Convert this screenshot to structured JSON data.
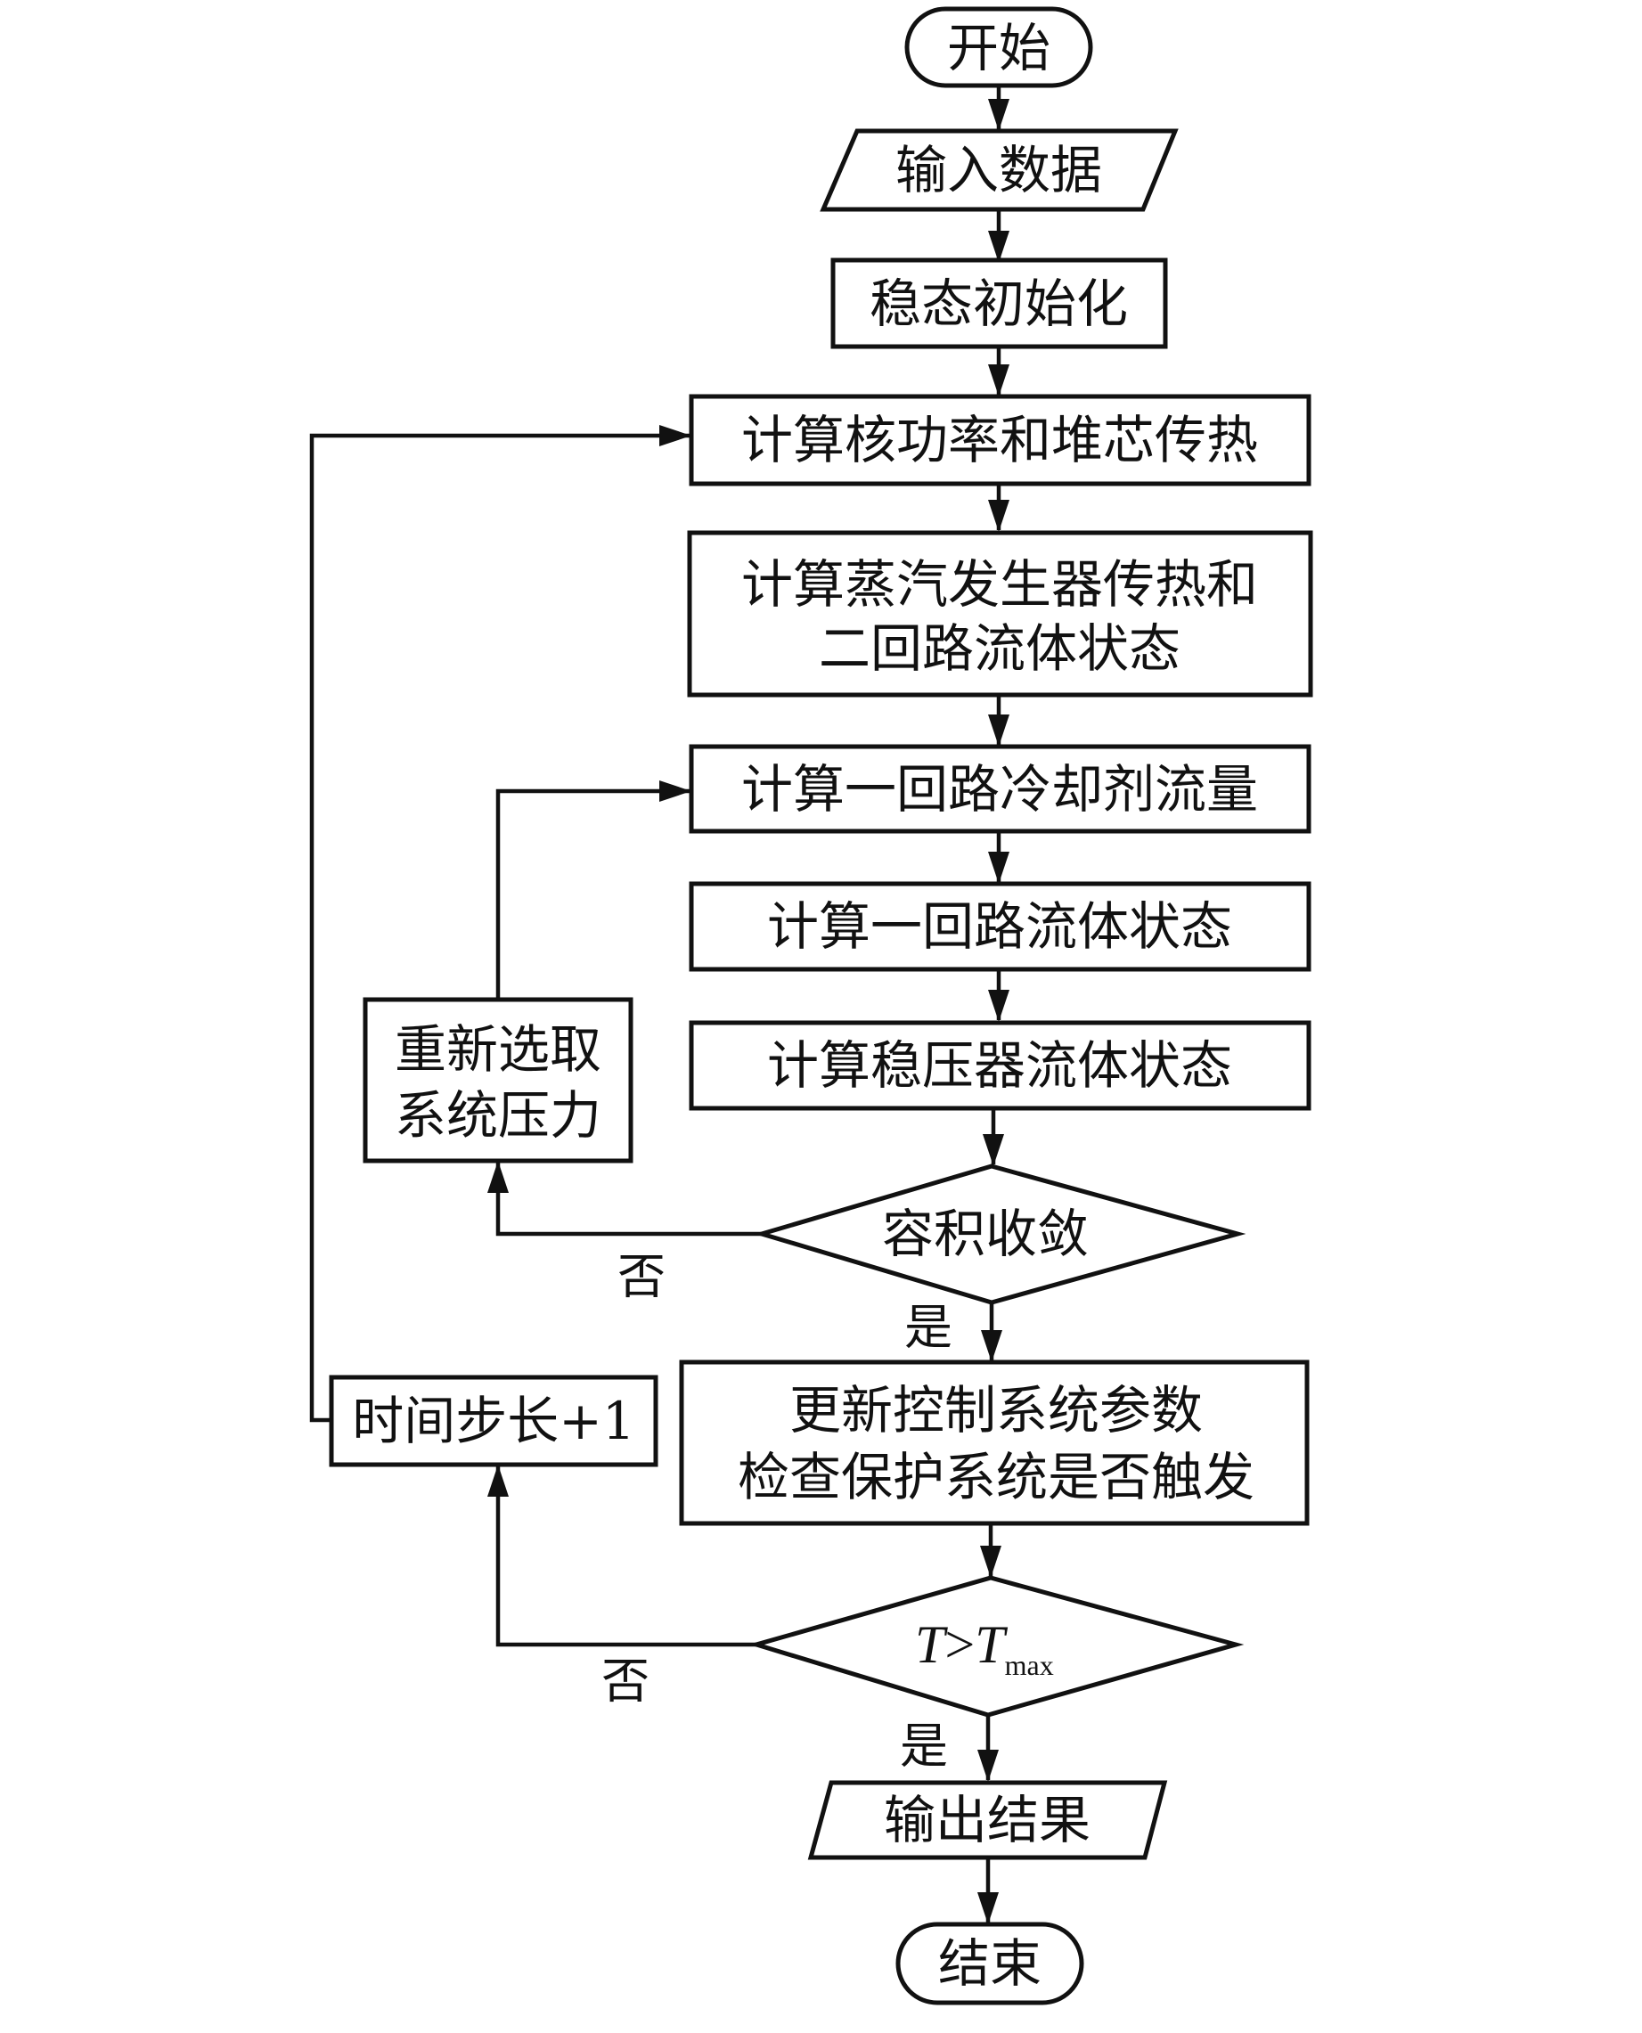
{
  "diagram": {
    "type": "flowchart",
    "nodes": {
      "start": "开始",
      "input": "输入数据",
      "init": "稳态初始化",
      "core": "计算核功率和堆芯传热",
      "sg_line1": "计算蒸汽发生器传热和",
      "sg_line2": "二回路流体状态",
      "coolant_flow": "计算一回路冷却剂流量",
      "primary_state": "计算一回路流体状态",
      "pressurizer_state": "计算稳压器流体状态",
      "volume_converge": "容积收敛",
      "reselect_line1": "重新选取",
      "reselect_line2": "系统压力",
      "update_line1": "更新控制系统参数",
      "update_line2": "检查保护系统是否触发",
      "time_step": "时间步长+1",
      "time_check_var": "T",
      "time_check_op": ">",
      "time_check_limit": "T",
      "time_check_sub": "max",
      "output": "输出结果",
      "end": "结束"
    },
    "edge_labels": {
      "converge_no": "否",
      "converge_yes": "是",
      "time_no": "否",
      "time_yes": "是"
    }
  }
}
